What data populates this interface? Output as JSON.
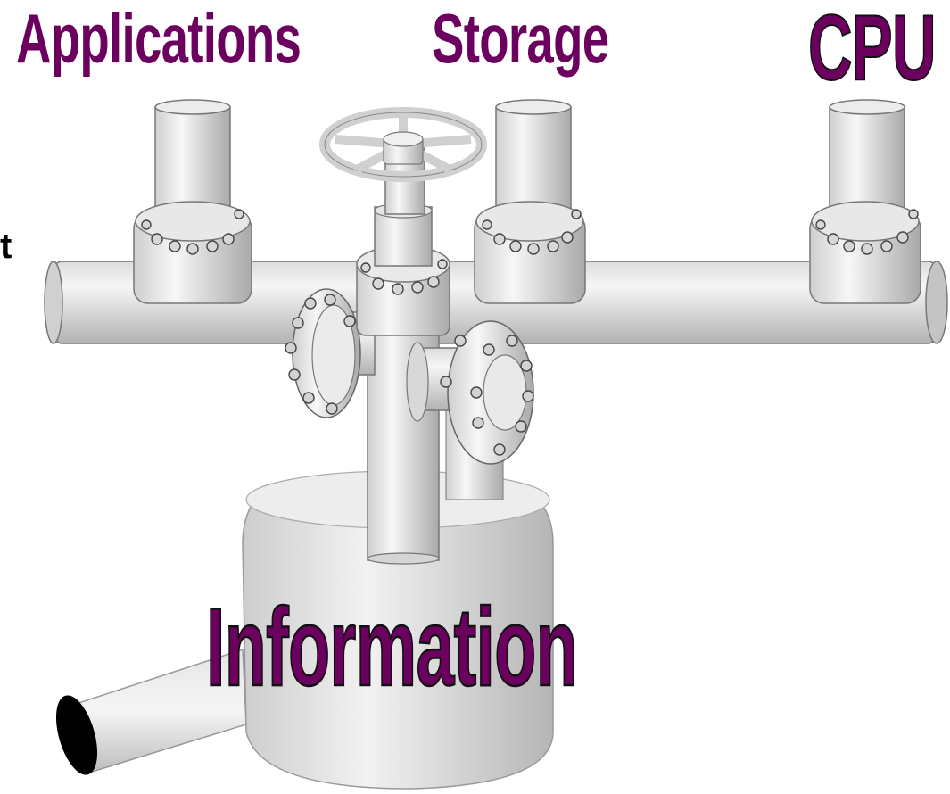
{
  "labels": {
    "applications": "Applications",
    "storage": "Storage",
    "cpu": "CPU",
    "information": "Information",
    "left_fragment": "t"
  },
  "colors": {
    "label": "#6b005e",
    "pipe_light": "#f3f3f3",
    "pipe_mid": "#d6d6d6",
    "pipe_dark": "#a8a8a8",
    "outline": "#555555",
    "opening": "#000000"
  },
  "icons": [
    "valve-handwheel",
    "pipe-flange",
    "tank",
    "outlet-pipe"
  ]
}
